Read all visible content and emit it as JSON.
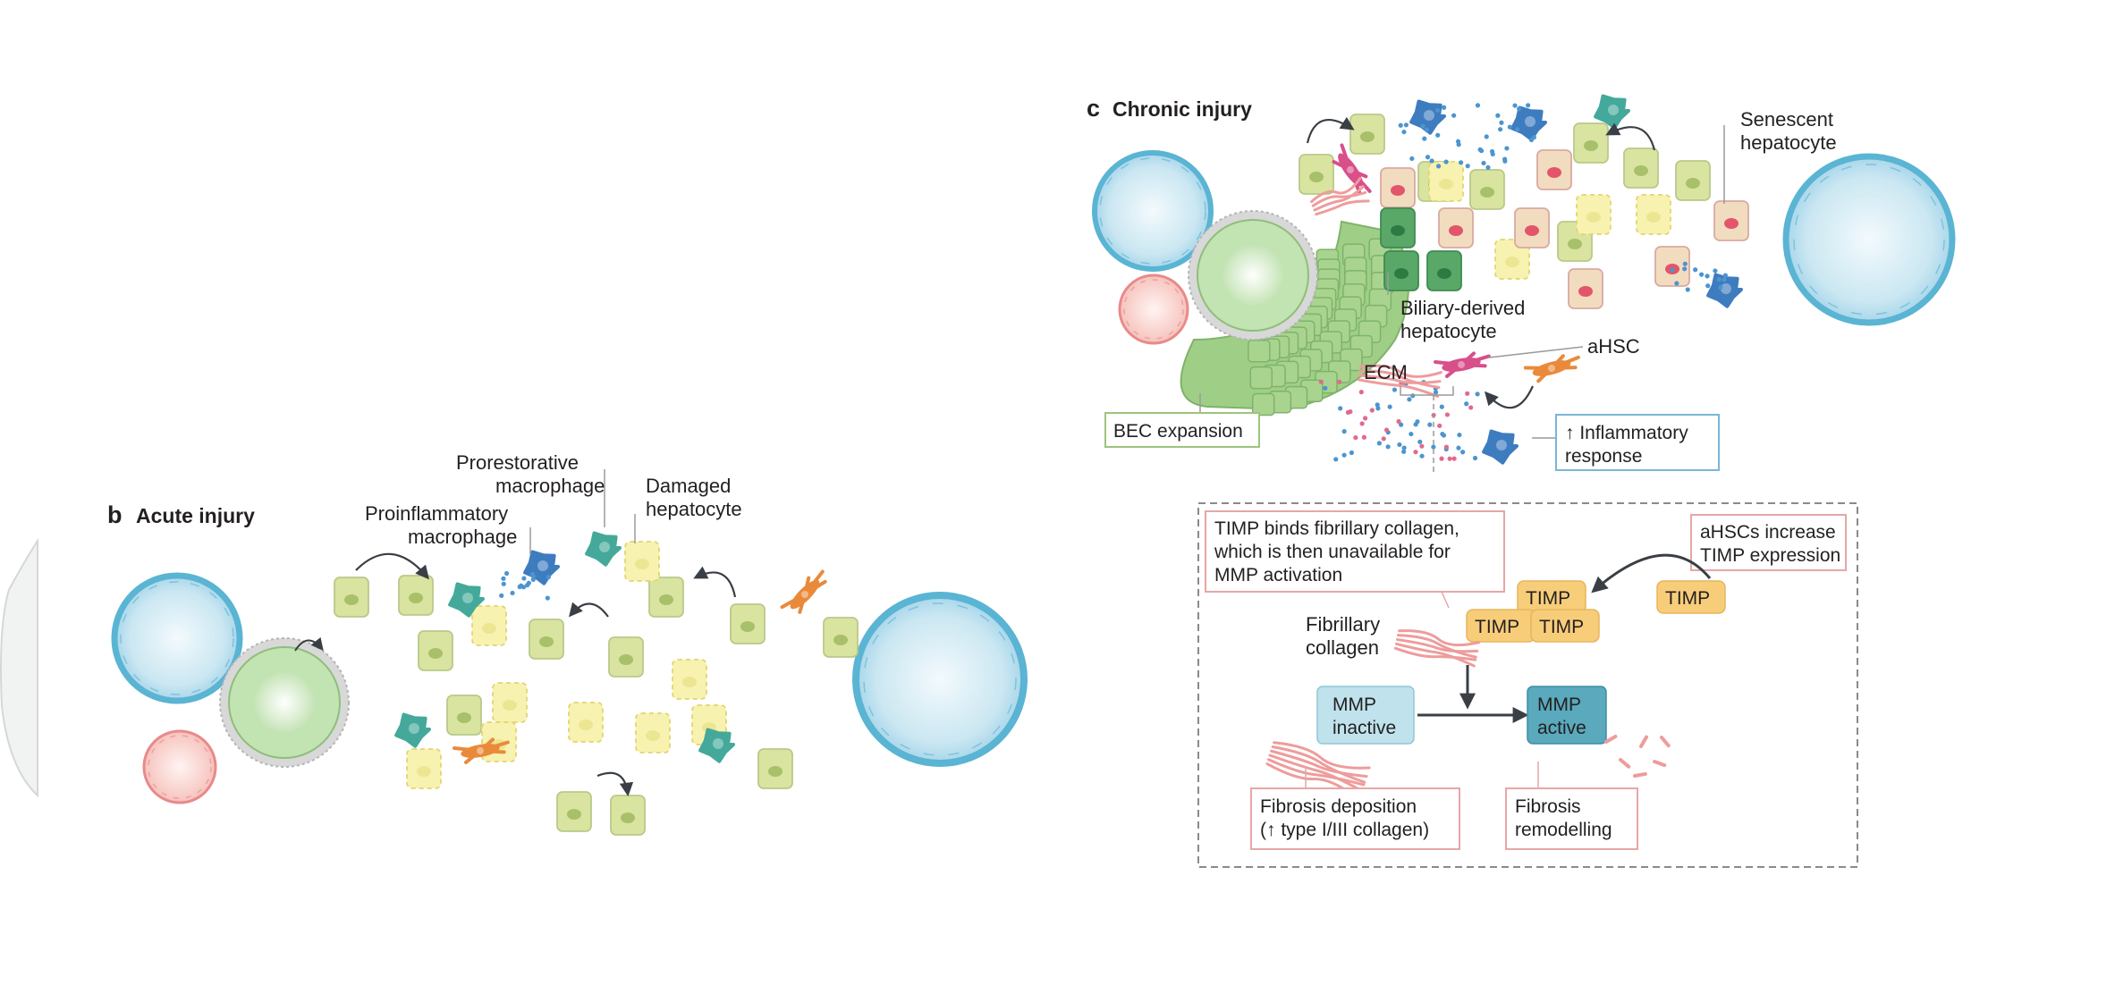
{
  "panel_b": {
    "letter": "b",
    "title": "Acute injury",
    "labels": {
      "prorestorative": [
        "Prorestorative",
        "macrophage"
      ],
      "proinflammatory": [
        "Proinflammatory",
        "macrophage"
      ],
      "damaged": [
        "Damaged",
        "hepatocyte"
      ]
    }
  },
  "panel_c": {
    "letter": "c",
    "title": "Chronic injury",
    "labels": {
      "senescent": [
        "Senescent",
        "hepatocyte"
      ],
      "biliary": [
        "Biliary-derived",
        "hepatocyte"
      ],
      "ahsc": "aHSC",
      "ecm": "ECM",
      "bec": "BEC expansion",
      "inflammatory": [
        "↑ Inflammatory",
        "response"
      ]
    },
    "inset": {
      "timp_binds": [
        "TIMP binds fibrillary collagen,",
        "which is then unavailable for",
        "MMP activation"
      ],
      "ahsc_increase": [
        "aHSCs increase",
        "TIMP expression"
      ],
      "timp": "TIMP",
      "fibrillary": [
        "Fibrillary",
        "collagen"
      ],
      "mmp_inactive": [
        "MMP",
        "inactive"
      ],
      "mmp_active": [
        "MMP",
        "active"
      ],
      "fibrosis_deposition": [
        "Fibrosis deposition",
        "(↑ type I/III collagen)"
      ],
      "fibrosis_remodelling": [
        "Fibrosis",
        "remodelling"
      ]
    }
  },
  "colors": {
    "hepatocyte": "#d9e4a0",
    "hepatocyte_nucleus": "#a8c06a",
    "damaged_hepatocyte": "#f7f2b0",
    "senescent_hepatocyte": "#f2dcc0",
    "senescent_nucleus": "#e2556a",
    "biliary_hepatocyte": "#5aa868",
    "vessel_blue": "#5ab4d3",
    "vessel_red": "#e88a8a",
    "bec_green": "#9fcf86",
    "proinflammatory_macrophage": "#3e7cc0",
    "prorestorative_macrophage": "#44a99a",
    "ahsc": "#d84f8a",
    "qhsc_orange": "#e98a3b",
    "timp": "#f8cd7a",
    "mmp_inactive": "#bfe2ec",
    "mmp_active": "#5aa9bd",
    "collagen": "#ee9c9c",
    "box_pink": "#e7a6a6",
    "box_blue": "#79b6d8",
    "box_green": "#9cc47e"
  }
}
